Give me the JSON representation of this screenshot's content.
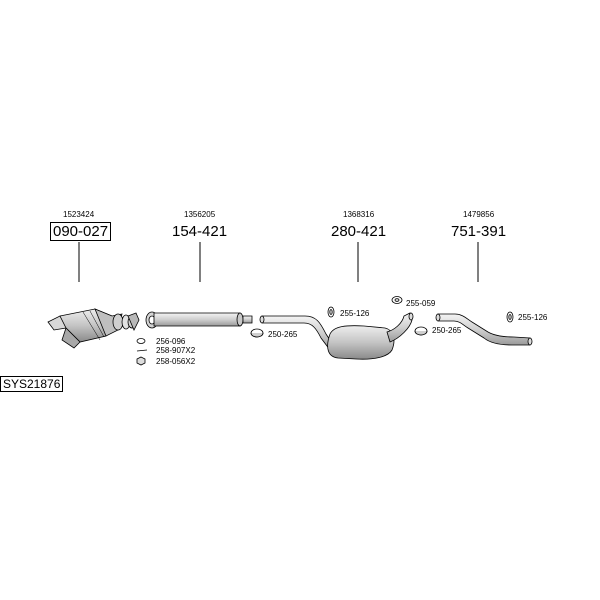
{
  "system_code": "SYS21876",
  "parts": [
    {
      "id": "catalyst",
      "oe_number": "1523424",
      "part_number": "090-027"
    },
    {
      "id": "front-pipe",
      "oe_number": "1356205",
      "part_number": "154-421"
    },
    {
      "id": "middle-silencer",
      "oe_number": "1368316",
      "part_number": "280-421"
    },
    {
      "id": "rear-pipe",
      "oe_number": "1479856",
      "part_number": "751-391"
    }
  ],
  "accessories": {
    "gasket": "256-096",
    "bolt": "258-907X2",
    "nut": "258-056X2",
    "clamp_1": "250-265",
    "hanger_1": "255-126",
    "hanger_2": "255-059",
    "clamp_2": "250-265",
    "hanger_3": "255-126"
  },
  "colors": {
    "line": "#000000",
    "part_light": "#e6e6e6",
    "part_mid": "#bdbdbd",
    "part_dark": "#8c8c8c"
  }
}
